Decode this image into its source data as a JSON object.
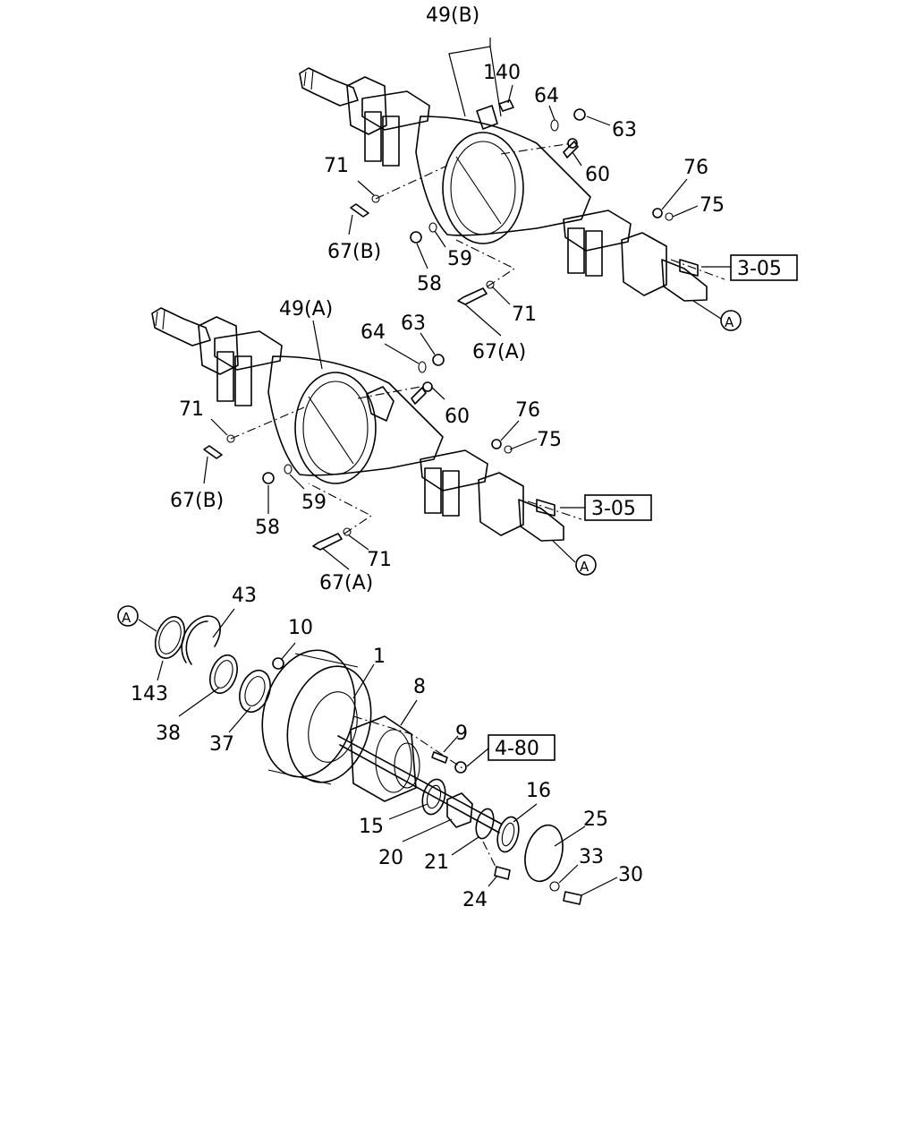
{
  "upper_assembly": {
    "labels": {
      "housing_b": "49(B)",
      "p140": "140",
      "p64": "64",
      "p63": "63",
      "p60": "60",
      "p71_left": "71",
      "p67b": "67(B)",
      "p58": "58",
      "p59": "59",
      "p76": "76",
      "p75": "75",
      "p71_right": "71",
      "p67a": "67(A)",
      "ref": "3-05",
      "marker": "A"
    }
  },
  "middle_assembly": {
    "labels": {
      "housing_a": "49(A)",
      "p64": "64",
      "p63": "63",
      "p60": "60",
      "p71_left": "71",
      "p67b": "67(B)",
      "p58": "58",
      "p59": "59",
      "p76": "76",
      "p75": "75",
      "p71_right": "71",
      "p67a": "67(A)",
      "ref": "3-05",
      "marker": "A"
    }
  },
  "hub_assembly": {
    "labels": {
      "marker": "A",
      "p43": "43",
      "p143": "143",
      "p10": "10",
      "p38": "38",
      "p37": "37",
      "p1": "1",
      "p8": "8",
      "p9": "9",
      "ref": "4-80",
      "p16": "16",
      "p15": "15",
      "p25": "25",
      "p20": "20",
      "p21": "21",
      "p33": "33",
      "p30": "30",
      "p24": "24"
    }
  }
}
